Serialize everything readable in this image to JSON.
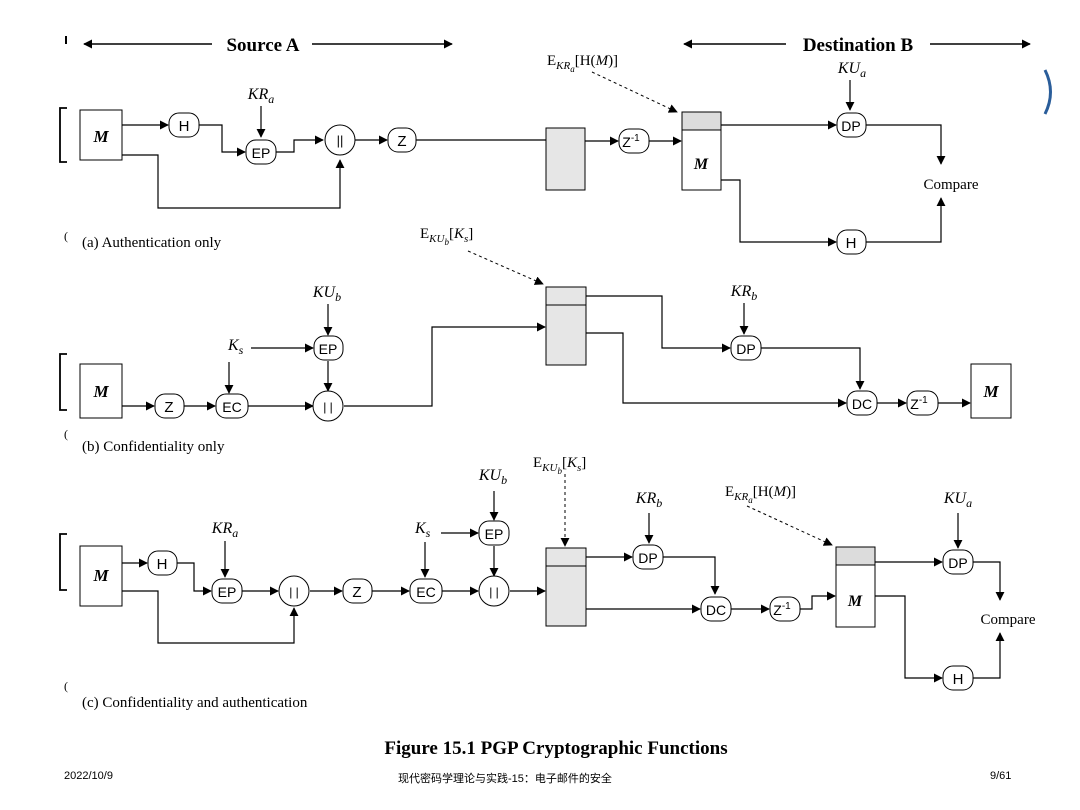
{
  "header": {
    "source_label": "Source A",
    "dest_label": "Destination B"
  },
  "labels": {
    "M": "M",
    "H": "H",
    "EP": "EP",
    "DP": "DP",
    "EC": "EC",
    "DC": "DC",
    "Z": "Z",
    "concat_a": "||",
    "concat": "| |",
    "Zinv": "Z",
    "Zinv_sup": "-1",
    "compare": "Compare",
    "E": "E",
    "K": "K",
    "KR": "KR",
    "KU": "KU",
    "sub_a": "a",
    "sub_b": "b",
    "sub_s": "s",
    "H_of_M_open": "[H(",
    "H_of_M_close": ")]",
    "Ks_open": "[",
    "Ks_close": "]"
  },
  "captions": {
    "a": "(a) Authentication only",
    "b": "(b) Confidentiality only",
    "c": "(c) Confidentiality and authentication"
  },
  "figure_title": "Figure 15.1  PGP Cryptographic Functions",
  "footer": {
    "date": "2022/10/9",
    "course": "现代密码学理论与实践-15：电子邮件的安全",
    "page": "9/61"
  },
  "colors": {
    "stroke": "#000000",
    "box_fill": "#e6e6e6",
    "header_fill": "#dcdcdc",
    "edge_arc": "#2a5d9a"
  }
}
